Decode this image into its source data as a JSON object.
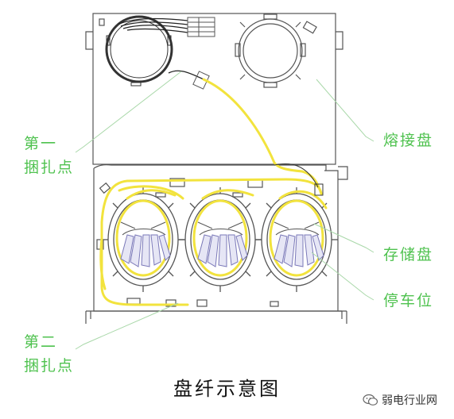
{
  "labels": {
    "first_tie_line1": "第一",
    "first_tie_line2": "捆扎点",
    "second_tie_line1": "第二",
    "second_tie_line2": "捆扎点",
    "splice_tray": "熔接盘",
    "storage_tray": "存储盘",
    "parking_position": "停车位"
  },
  "caption": "盘纤示意图",
  "watermark": {
    "text": "弱电行业网",
    "icon": "wechat-logo-icon"
  },
  "colors": {
    "fiber": "#f2e33d",
    "label": "#4fc24f",
    "leader": "#a9d8a9",
    "linework": "#555555",
    "connector": "#7a78b8"
  }
}
